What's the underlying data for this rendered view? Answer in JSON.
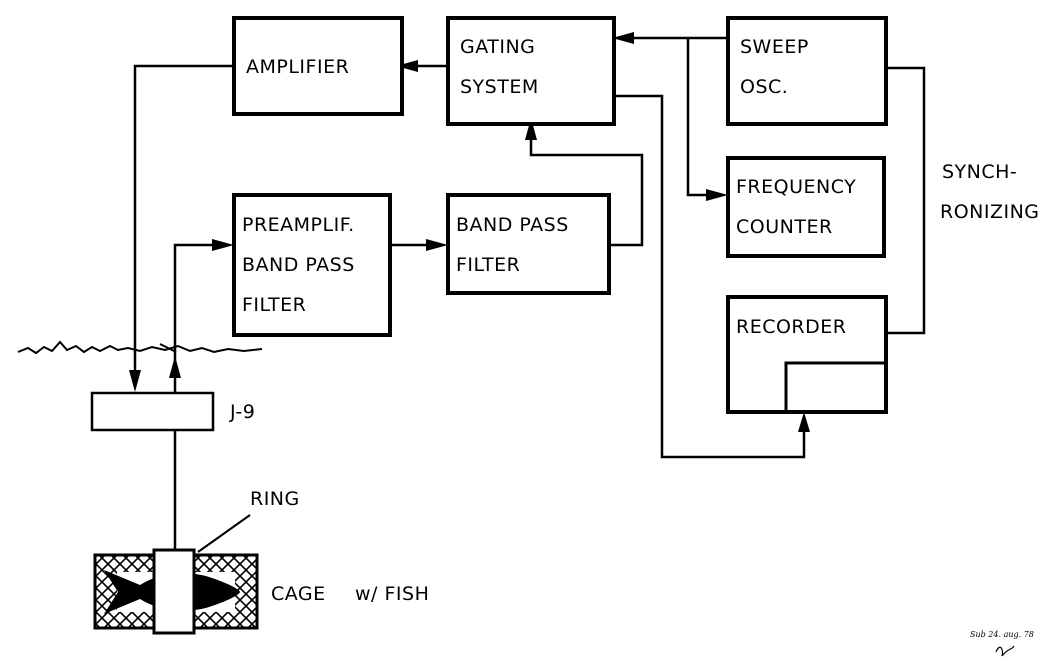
{
  "blocks": {
    "amplifier": "AMPLIFIER",
    "gating": [
      "GATING",
      "SYSTEM"
    ],
    "sweep": [
      "SWEEP",
      "OSC."
    ],
    "frequency_counter": [
      "FREQUENCY",
      "COUNTER"
    ],
    "preamp": [
      "PREAMPLIF.",
      "BAND PASS",
      "FILTER"
    ],
    "bandpass": [
      "BAND PASS",
      "FILTER"
    ],
    "recorder": "RECORDER",
    "transducer": "J-9"
  },
  "labels": {
    "synch": [
      "SYNCH-",
      "RONIZING"
    ],
    "ring": "RING",
    "cage": "CAGE",
    "fish": "w/ FISH"
  },
  "signature": "Sub 24. aug. 78"
}
